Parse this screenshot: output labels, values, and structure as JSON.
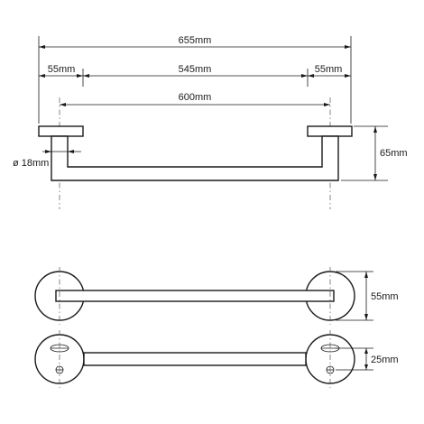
{
  "dimensions": {
    "overall_length": "655mm",
    "left_flange": "55mm",
    "bar_span": "545mm",
    "right_flange": "55mm",
    "center_distance": "600mm",
    "tube_diameter": "ø 18mm",
    "projection": "65mm",
    "flange_diameter": "55mm",
    "bar_width": "25mm"
  }
}
